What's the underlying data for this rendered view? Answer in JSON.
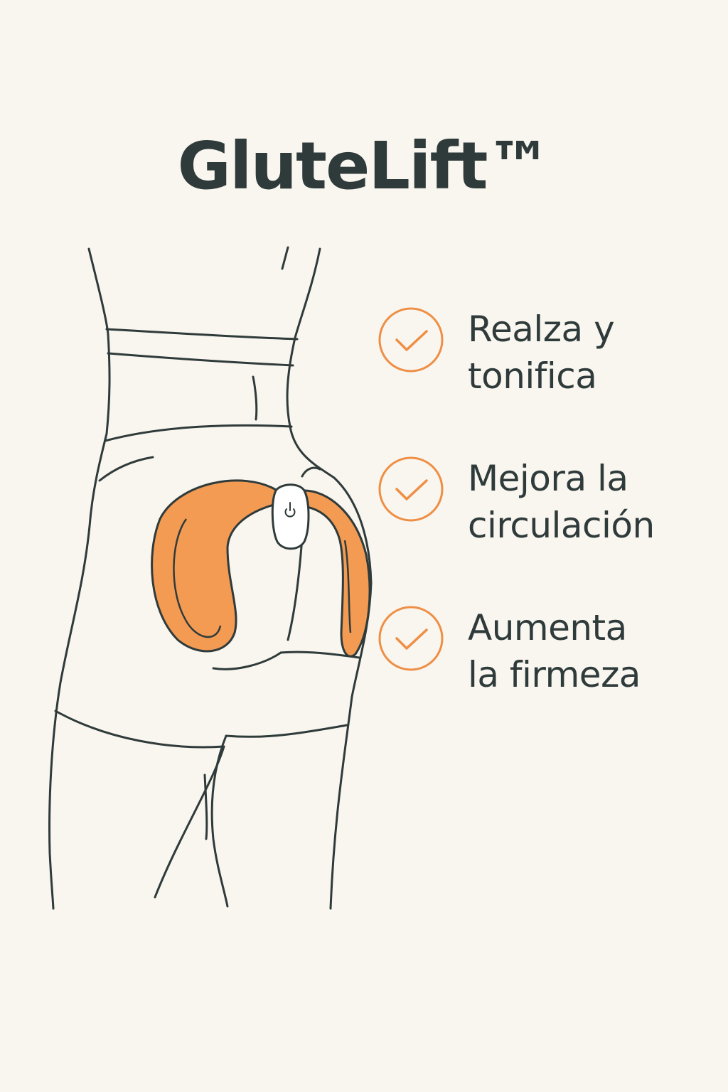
{
  "title": "GluteLift™",
  "colors": {
    "background": "#f9f5ef",
    "ink": "#2f3b3b",
    "accent": "#ee8f45",
    "accent_light": "#f39b53"
  },
  "device_icon": "power-icon",
  "benefits": [
    {
      "text": "Realza y\ntonifica",
      "icon": "check-circle-icon"
    },
    {
      "text": "Mejora la\ncirculación",
      "icon": "check-circle-icon"
    },
    {
      "text": "Aumenta\nla firmeza",
      "icon": "check-circle-icon"
    }
  ]
}
